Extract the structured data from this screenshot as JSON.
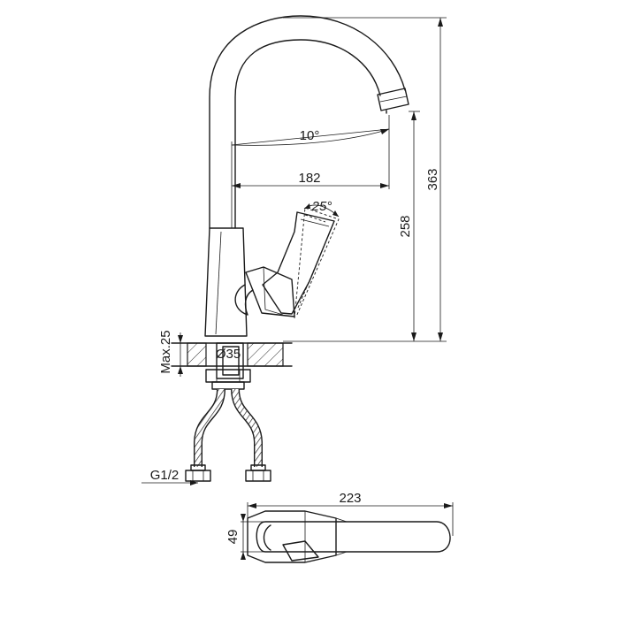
{
  "dimensions": {
    "total_height": "363",
    "spout_height": "258",
    "spout_angle": "10°",
    "spout_reach": "182",
    "handle_angle": "25°",
    "max_thickness": "Max.25",
    "base_diameter": "Ø35",
    "thread": "G1/2",
    "top_length": "223",
    "top_width": "49"
  }
}
